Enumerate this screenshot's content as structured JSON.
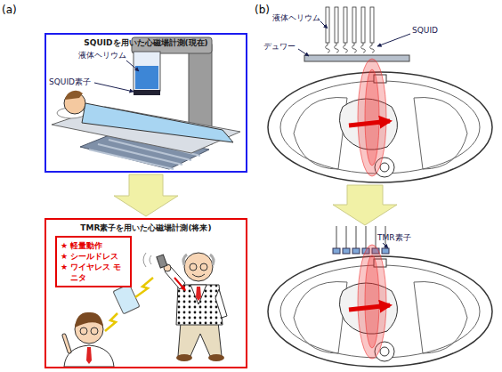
{
  "diagram": {
    "nodes": [
      {
        "text": [
          "SQUIDを用いた心磁場計測(現在)"
        ]
      },
      {
        "text": [
          "TMR素子を用いた心磁場計測(将来)"
        ]
      },
      {
        "text": [
          "★ 軽量動作",
          "★ シールドレス",
          "★ ワイヤレス モニタ"
        ],
        "in": 1
      }
    ],
    "edges": [
      {
        "from": 0,
        "to": 1,
        "arrow": "to"
      }
    ],
    "labels": [
      "(a)",
      "(b)",
      "液体ヘリウム",
      "SQUID素子",
      "液体ヘリウム",
      "デュワー",
      "SQUID",
      "TMR素子"
    ]
  }
}
